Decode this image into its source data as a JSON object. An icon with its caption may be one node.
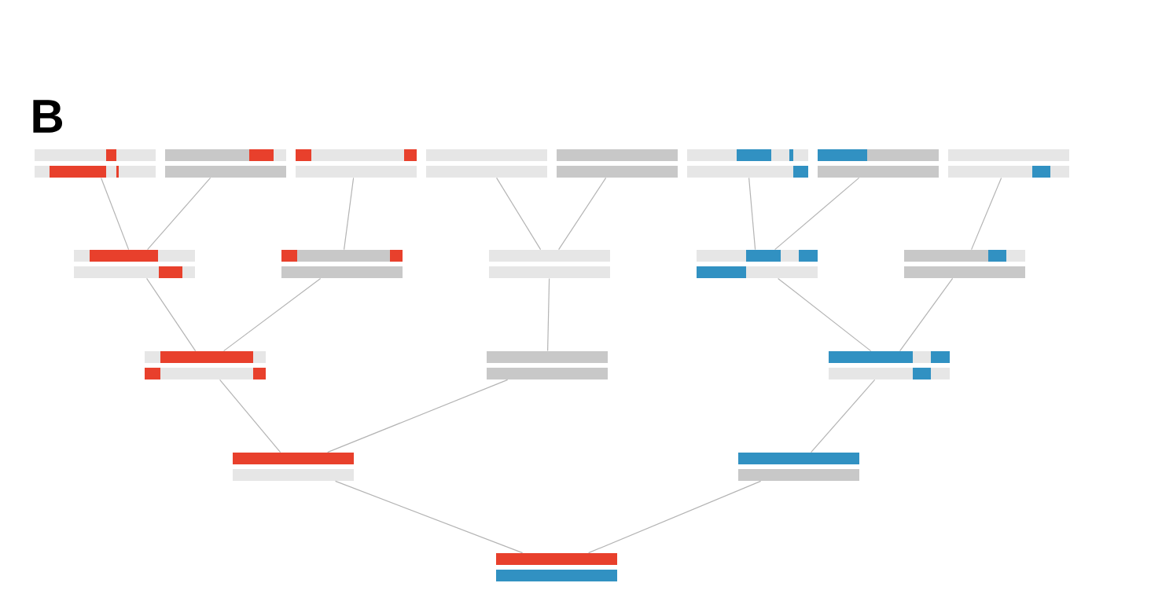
{
  "diagram": {
    "nodes": [
      {
        "text": [],
        "shape": "bar"
      },
      {
        "text": [],
        "shape": "bar"
      },
      {
        "text": [],
        "shape": "bar"
      },
      {
        "text": [],
        "shape": "bar"
      },
      {
        "text": [],
        "shape": "bar"
      },
      {
        "text": [],
        "shape": "bar"
      },
      {
        "text": [],
        "shape": "bar"
      },
      {
        "text": [],
        "shape": "bar"
      },
      {
        "text": [],
        "shape": "bar"
      },
      {
        "text": [],
        "shape": "bar"
      },
      {
        "text": [],
        "shape": "bar"
      },
      {
        "text": [],
        "shape": "bar"
      },
      {
        "text": [],
        "shape": "bar"
      },
      {
        "text": [],
        "shape": "bar"
      },
      {
        "text": [],
        "shape": "bar"
      },
      {
        "text": [],
        "shape": "bar"
      },
      {
        "text": [],
        "shape": "bar"
      },
      {
        "text": [],
        "shape": "bar"
      },
      {
        "text": [],
        "shape": "bar"
      }
    ],
    "edges": [
      {
        "from": 0,
        "to": 8,
        "arrow": "none"
      },
      {
        "from": 1,
        "to": 8,
        "arrow": "none"
      },
      {
        "from": 2,
        "to": 9,
        "arrow": "none"
      },
      {
        "from": 3,
        "to": 10,
        "arrow": "none"
      },
      {
        "from": 4,
        "to": 10,
        "arrow": "none"
      },
      {
        "from": 5,
        "to": 11,
        "arrow": "none"
      },
      {
        "from": 6,
        "to": 11,
        "arrow": "none"
      },
      {
        "from": 7,
        "to": 12,
        "arrow": "none"
      },
      {
        "from": 8,
        "to": 13,
        "arrow": "none"
      },
      {
        "from": 9,
        "to": 13,
        "arrow": "none"
      },
      {
        "from": 10,
        "to": 14,
        "arrow": "none"
      },
      {
        "from": 11,
        "to": 15,
        "arrow": "none"
      },
      {
        "from": 12,
        "to": 15,
        "arrow": "none"
      },
      {
        "from": 13,
        "to": 16,
        "arrow": "none"
      },
      {
        "from": 14,
        "to": 16,
        "arrow": "none"
      },
      {
        "from": 15,
        "to": 17,
        "arrow": "none"
      },
      {
        "from": 16,
        "to": 18,
        "arrow": "none"
      },
      {
        "from": 17,
        "to": 18,
        "arrow": "none"
      }
    ],
    "labels": [
      "B"
    ]
  }
}
